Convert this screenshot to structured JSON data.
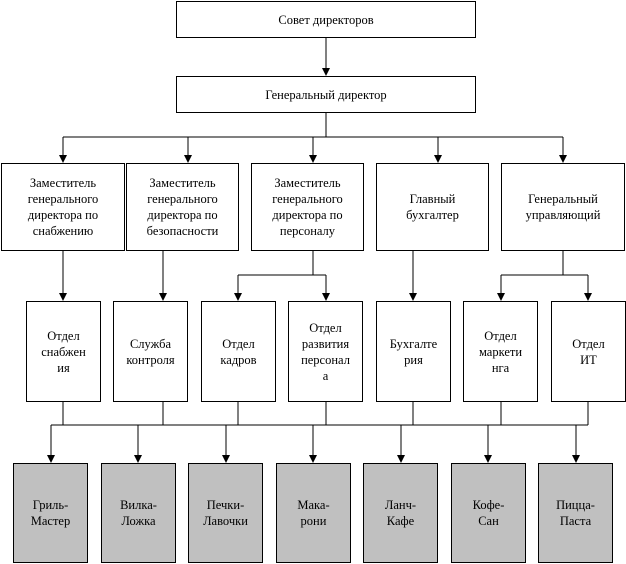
{
  "nodes": {
    "board": "Совет директоров",
    "ceo": "Генеральный директор",
    "dep_supply": "Заместитель\nгенерального\nдиректора по\nснабжению",
    "dep_security": "Заместитель\nгенерального\nдиректора по\nбезопасности",
    "dep_personnel": "Заместитель\nгенерального\nдиректора по\nперсоналу",
    "chief_accountant": "Главный\nбухгалтер",
    "general_manager": "Генеральный\nуправляющий",
    "supply_dept": "Отдел\nснабжен\nия",
    "control_service": "Служба\nконтроля",
    "hr_dept": "Отдел\nкадров",
    "staff_dev_dept": "Отдел\nразвития\nперсонал\nа",
    "accounting": "Бухгалте\nрия",
    "marketing_dept": "Отдел\nмаркети\nнга",
    "it_dept": "Отдел\nИТ",
    "grill_master": "Гриль-\nМастер",
    "vilka_lozhka": "Вилка-\nЛожка",
    "pechki_lavochki": "Печки-\nЛавочки",
    "makaroni": "Мака-\nрони",
    "lanch_kafe": "Ланч-\nКафе",
    "kofe_san": "Кофе-\nСан",
    "picca_pasta": "Пицца-\nПаста"
  }
}
